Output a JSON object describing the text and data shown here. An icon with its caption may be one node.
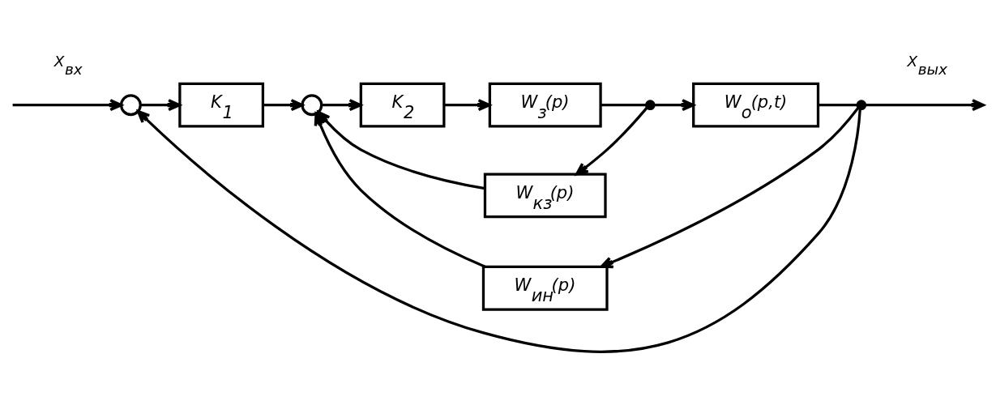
{
  "diagram": {
    "nodes": [
      {
        "text": [],
        "shape": "circle"
      },
      {
        "text": [
          "K$_{1}$"
        ]
      },
      {
        "text": [],
        "shape": "circle"
      },
      {
        "text": [
          "K$_{2}$"
        ]
      },
      {
        "text": [
          "W$_{з}$(p)"
        ]
      },
      {
        "text": [],
        "shape": "point"
      },
      {
        "text": [
          "W$_{о}$(p,t)"
        ]
      },
      {
        "text": [],
        "shape": "point"
      },
      {
        "text": [
          "W$_{кз}$(p)"
        ]
      },
      {
        "text": [
          "W$_{ин}$(p)"
        ]
      }
    ],
    "edges": [
      {
        "from": null,
        "to": 0,
        "arrow": "to",
        "label": "X$_{вх}$"
      },
      {
        "from": 0,
        "to": 1,
        "arrow": "to"
      },
      {
        "from": 1,
        "to": 2,
        "arrow": "to"
      },
      {
        "from": 2,
        "to": 3,
        "arrow": "to"
      },
      {
        "from": 3,
        "to": 4,
        "arrow": "to"
      },
      {
        "from": 4,
        "to": 5,
        "arrow": "none"
      },
      {
        "from": 5,
        "to": 6,
        "arrow": "to"
      },
      {
        "from": 6,
        "to": 7,
        "arrow": "none"
      },
      {
        "from": 7,
        "to": null,
        "arrow": "to",
        "label": "X$_{вых}$"
      },
      {
        "from": 5,
        "to": 8,
        "arrow": "to"
      },
      {
        "from": 8,
        "to": 2,
        "arrow": "to"
      },
      {
        "from": 7,
        "to": 9,
        "arrow": "to"
      },
      {
        "from": 9,
        "to": 2,
        "arrow": "to"
      },
      {
        "from": 7,
        "to": 0,
        "arrow": "to"
      }
    ]
  }
}
